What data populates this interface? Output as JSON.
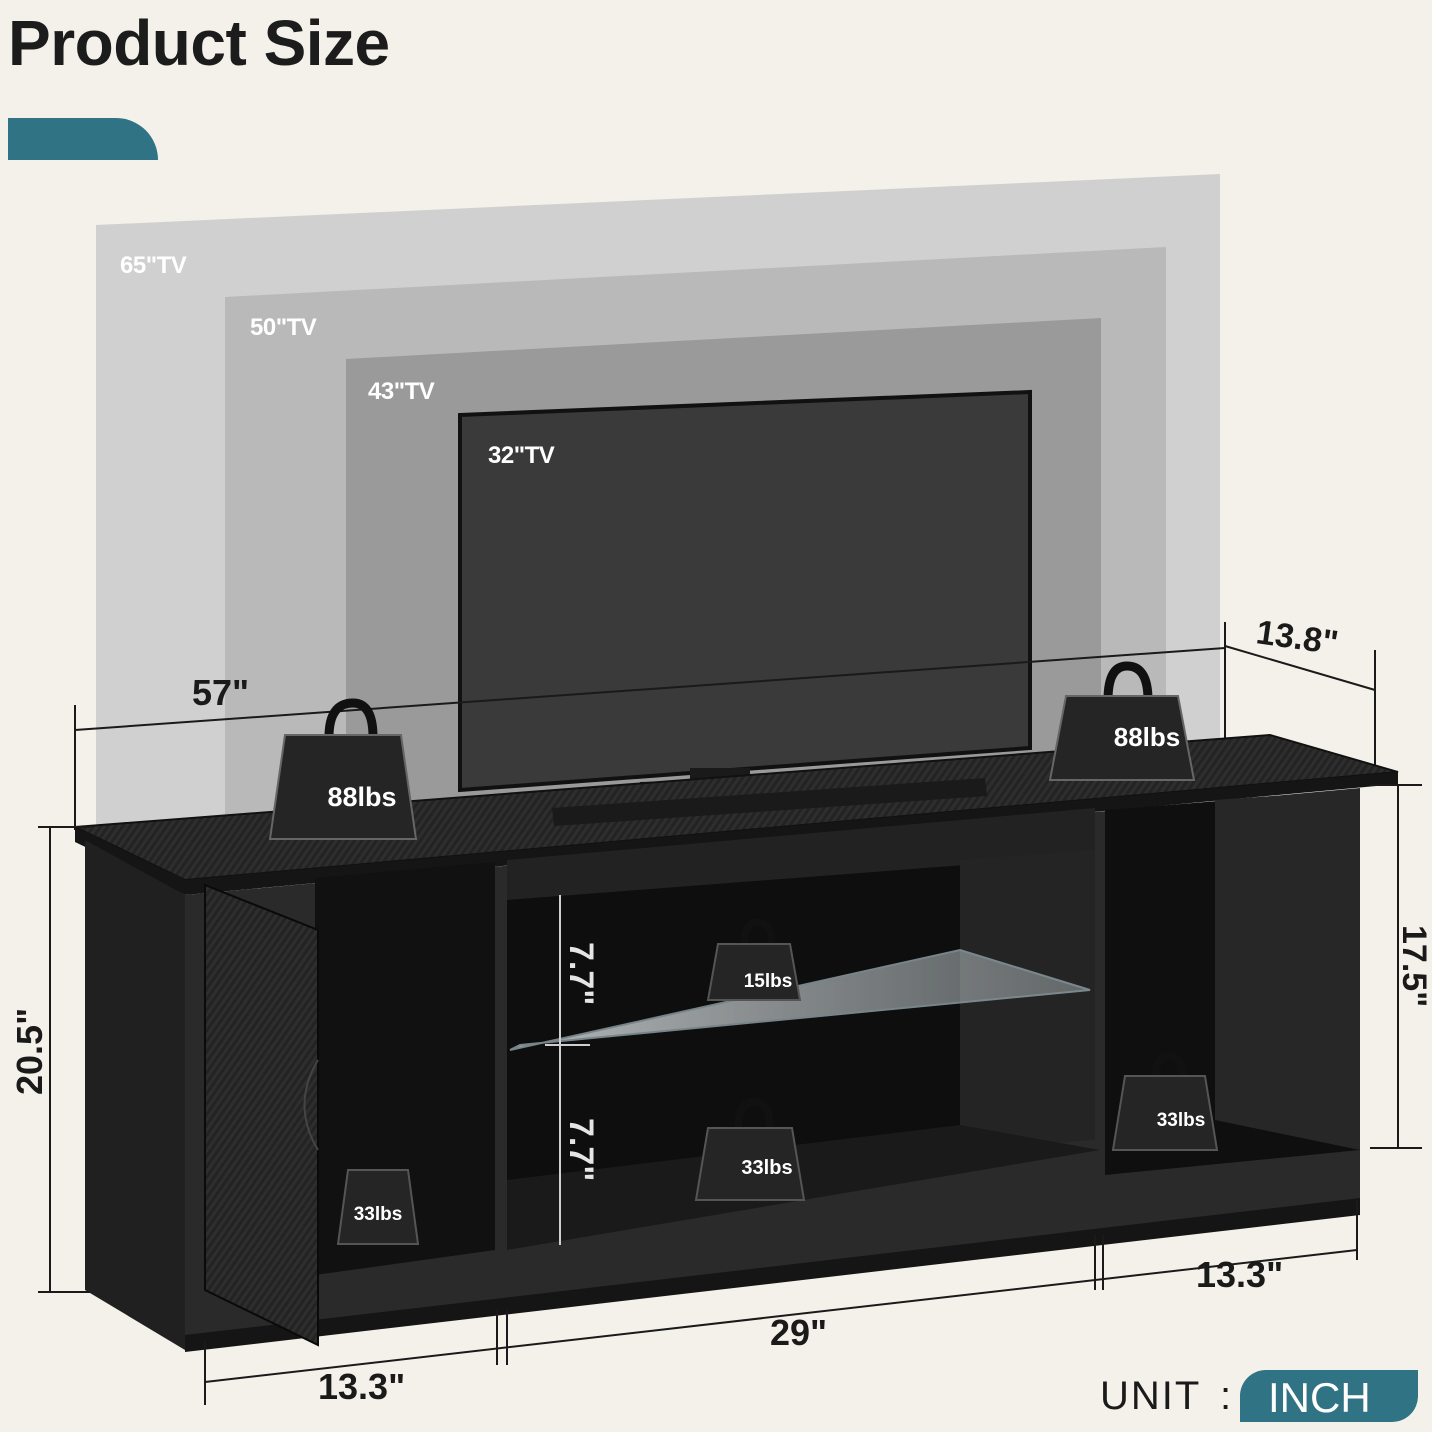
{
  "title": "Product Size",
  "tv_sizes": [
    "65\"TV",
    "50\"TV",
    "43\"TV",
    "32\"TV"
  ],
  "dimensions": {
    "width": "57\"",
    "depth": "13.8\"",
    "height": "20.5\"",
    "side_height": "17.5\"",
    "shelf_gap_top": "7.7\"",
    "shelf_gap_bottom": "7.7\"",
    "left_cabinet_width": "13.3\"",
    "middle_width": "29\"",
    "right_cabinet_width": "13.3\""
  },
  "weights": {
    "top_left": "88lbs",
    "top_right": "88lbs",
    "glass_shelf": "15lbs",
    "middle_bottom": "33lbs",
    "right_bottom": "33lbs",
    "left_cabinet": "33lbs"
  },
  "unit": {
    "label": "UNIT",
    "separator": ":",
    "value": "INCH"
  },
  "colors": {
    "accent": "#2f7384",
    "background": "#f4f1ea",
    "furniture": "#1e1e1e"
  }
}
